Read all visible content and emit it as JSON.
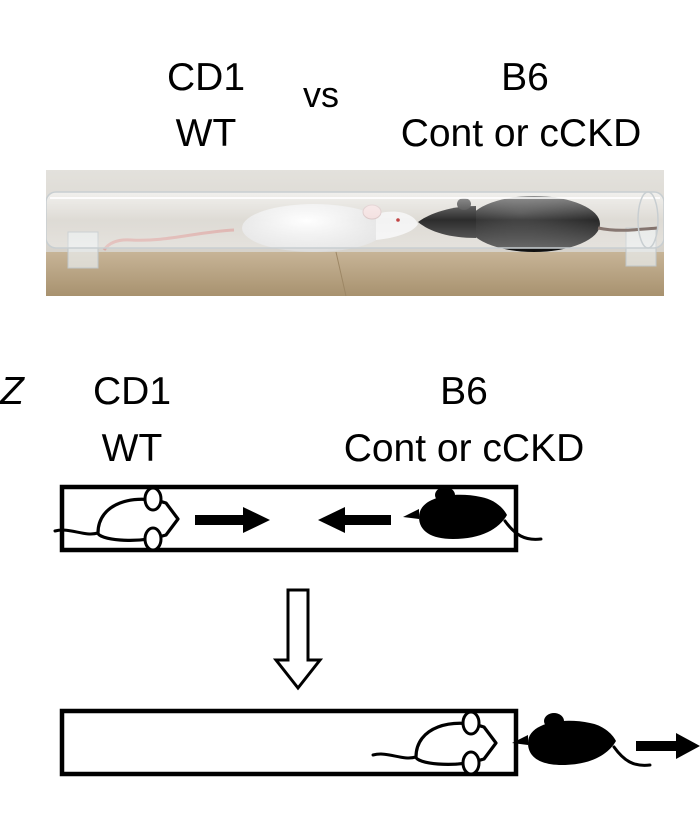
{
  "photo": {
    "left_strain": "CD1",
    "left_genotype": "WT",
    "versus": "vs",
    "right_strain": "B6",
    "right_genotype": "Cont or cCKD"
  },
  "schematic": {
    "panel_letter": "Z",
    "left_strain": "CD1",
    "left_genotype": "WT",
    "right_strain": "B6",
    "right_genotype": "Cont or cCKD"
  },
  "colors": {
    "tube_outline": "#000000",
    "white_mouse": "#ffffff",
    "black_mouse": "#000000",
    "bench": "#b9a587",
    "wall": "#d6d3cd"
  }
}
